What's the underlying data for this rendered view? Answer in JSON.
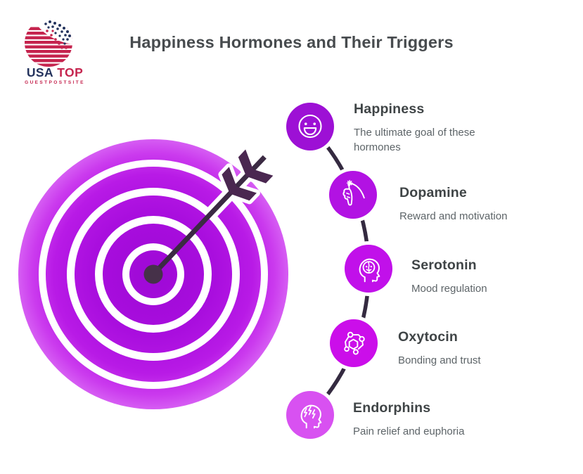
{
  "page": {
    "background": "#ffffff"
  },
  "header": {
    "title": "Happiness Hormones and Their Triggers",
    "title_color": "#474b4e"
  },
  "logo": {
    "brand_primary": "USA",
    "brand_secondary": "TOP",
    "tagline": "GUESTPOSTSITE",
    "navy": "#24335d",
    "red": "#c5244e"
  },
  "target_graphic": {
    "kind": "bullseye-target-with-arrow",
    "ring_purple_inner": "#9e09d6",
    "ring_purple_outer": "#d864f4",
    "arrow_shaft": "#3b2a43",
    "fletching": "#4a2750",
    "connector_line": "#342a40"
  },
  "nodes": [
    {
      "title": "Happiness",
      "description": "The ultimate goal of these hormones",
      "icon": "smiley-face-icon",
      "circle_color": "#9d10d5"
    },
    {
      "title": "Dopamine",
      "description": "Reward and motivation",
      "icon": "carrot-reward-icon",
      "circle_color": "#b212e3"
    },
    {
      "title": "Serotonin",
      "description": "Mood regulation",
      "icon": "head-brain-icon",
      "circle_color": "#c110ea"
    },
    {
      "title": "Oxytocin",
      "description": "Bonding and trust",
      "icon": "molecule-icon",
      "circle_color": "#cb0eea"
    },
    {
      "title": "Endorphins",
      "description": "Pain relief and euphoria",
      "icon": "head-lightning-icon",
      "circle_color": "#d851f1"
    }
  ]
}
